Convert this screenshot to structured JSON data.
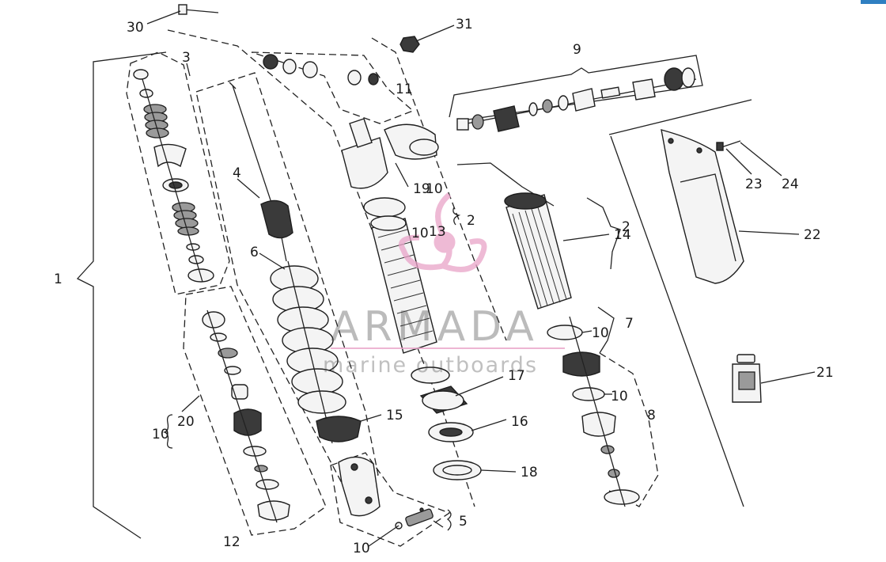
{
  "diagram": {
    "callouts": [
      "1",
      "2",
      "2",
      "3",
      "4",
      "5",
      "6",
      "7",
      "8",
      "9",
      "10",
      "10",
      "10",
      "10",
      "10",
      "10",
      "11",
      "12",
      "13",
      "14",
      "15",
      "16",
      "17",
      "18",
      "19",
      "20",
      "21",
      "22",
      "23",
      "24",
      "30",
      "31"
    ]
  },
  "watermark": {
    "brand": "ARMADA",
    "tagline": "marine outboards"
  },
  "colors": {
    "line": "#222222",
    "watermark_pink": "#e9a3c8",
    "corner_accent": "#2f7fc1"
  }
}
